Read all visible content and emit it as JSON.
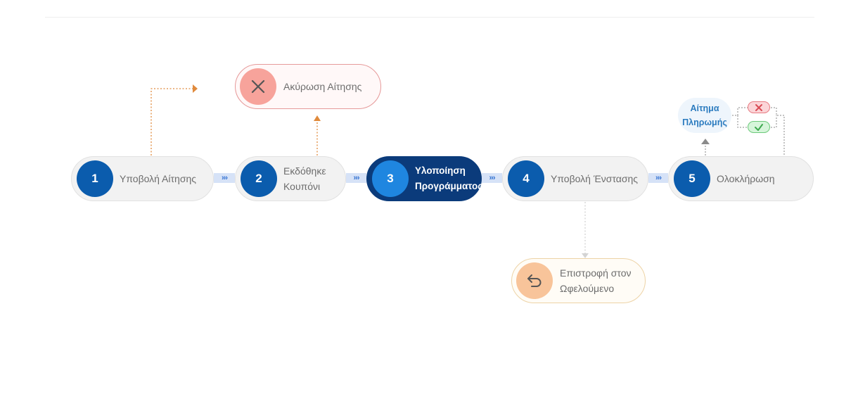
{
  "steps": [
    {
      "number": "1",
      "label_line1": "Υποβολή Αίτησης",
      "label_line2": ""
    },
    {
      "number": "2",
      "label_line1": "Εκδόθηκε",
      "label_line2": "Κουπόνι"
    },
    {
      "number": "3",
      "label_line1": "Υλοποίηση",
      "label_line2": "Προγράμματος",
      "active": true
    },
    {
      "number": "4",
      "label_line1": "Υποβολή Ένστασης",
      "label_line2": ""
    },
    {
      "number": "5",
      "label_line1": "Ολοκλήρωση",
      "label_line2": ""
    }
  ],
  "arrow_glyph": "›››",
  "cancel_node": {
    "label": "Ακύρωση Αίτησης",
    "icon": "close-icon",
    "color": "#f7a39b"
  },
  "return_node": {
    "label_line1": "Επιστροφή στον",
    "label_line2": "Ωφελούμενο",
    "icon": "undo-icon",
    "color": "#f8c49a"
  },
  "payment_request": {
    "label_line1": "Αίτημα",
    "label_line2": "Πληρωμής"
  },
  "payment_outcomes": [
    {
      "icon": "close-icon",
      "status": "rejected",
      "color": "#e77b82"
    },
    {
      "icon": "check-icon",
      "status": "approved",
      "color": "#6cc97a"
    }
  ],
  "colors": {
    "step_number": "#0b5cad",
    "active_step": "#0b3b7b",
    "active_number": "#1f86e0",
    "arrow_bar": "#d6e2f7",
    "cancel_connector": "#e08a3c",
    "payment_label": "#2b7bbf"
  }
}
